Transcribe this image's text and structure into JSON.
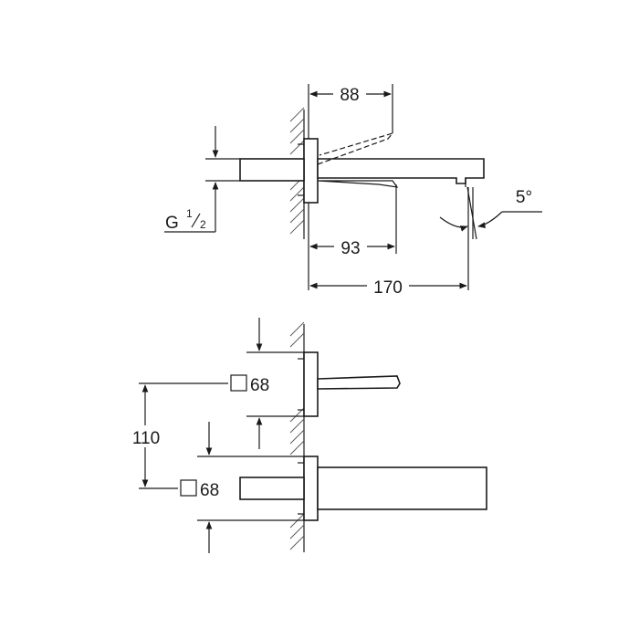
{
  "side_view": {
    "dim_88": "88",
    "dim_93": "93",
    "dim_170": "170",
    "angle": "5°",
    "thread": {
      "g": "G",
      "num": "1",
      "den": "2"
    }
  },
  "front_view": {
    "upper_square": "68",
    "lower_square": "68",
    "dim_110": "110"
  }
}
